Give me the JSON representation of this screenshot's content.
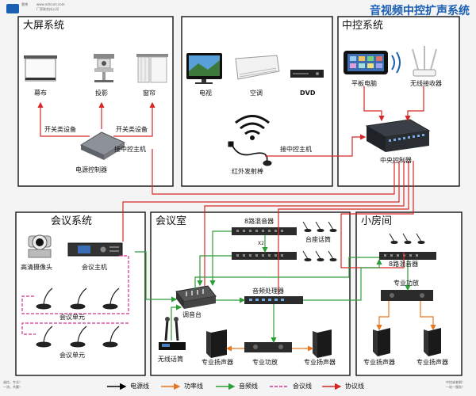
{
  "title": "音视频中控扩声系统",
  "company": {
    "brand": "壹博",
    "line1": "www.xdrcom.com",
    "line2": "厂家联合技公司"
  },
  "corner_left": [
    "诚信，专业！",
    "一流，共赢！"
  ],
  "corner_right": [
    "中控或者钢！",
    "一站一服务！"
  ],
  "sections": {
    "big_screen": "大屏系统",
    "central_control": "中控系统",
    "conference_system": "会议系统",
    "meeting_room": "会议室",
    "small_room": "小房间"
  },
  "devices": {
    "screen": "幕布",
    "projector": "投影",
    "curtain": "窗帘",
    "power_controller": "电源控制器",
    "tv": "电视",
    "ac": "空调",
    "dvd": "DVD",
    "ir_emitter": "红外发射棒",
    "tablet": "平板电脑",
    "wireless_receiver": "无线接收器",
    "central_controller": "中央控制器",
    "hd_camera": "高清摄像头",
    "conference_host": "会议主机",
    "conference_unit_1": "会议单元",
    "conference_unit_2": "会议单元",
    "mixer_8ch": "8路混音器",
    "desk_mic": "台座话筒",
    "x2": "X2",
    "mixing_console": "调音台",
    "audio_processor": "音频处理器",
    "wireless_mic": "无线话筒",
    "pro_speaker_1": "专业扬声器",
    "pro_amp_1": "专业功放",
    "pro_speaker_2": "专业扬声器",
    "mixer_8ch_small": "8路混音器",
    "pro_amp_small": "专业功放",
    "pro_speaker_small_1": "专业扬声器",
    "pro_speaker_small_2": "专业扬声器"
  },
  "connections": {
    "switch_device_1": "开关类设备",
    "switch_device_2": "开关类设备",
    "to_host_1": "接中控主机",
    "to_host_2": "接中控主机"
  },
  "legend": [
    {
      "label": "电源线",
      "color": "#000000",
      "style": "solid"
    },
    {
      "label": "功率线",
      "color": "#e87722",
      "style": "solid"
    },
    {
      "label": "音频线",
      "color": "#2e9e3a",
      "style": "solid"
    },
    {
      "label": "会议线",
      "color": "#d6338f",
      "style": "dashed"
    },
    {
      "label": "协议线",
      "color": "#d62828",
      "style": "solid"
    }
  ]
}
